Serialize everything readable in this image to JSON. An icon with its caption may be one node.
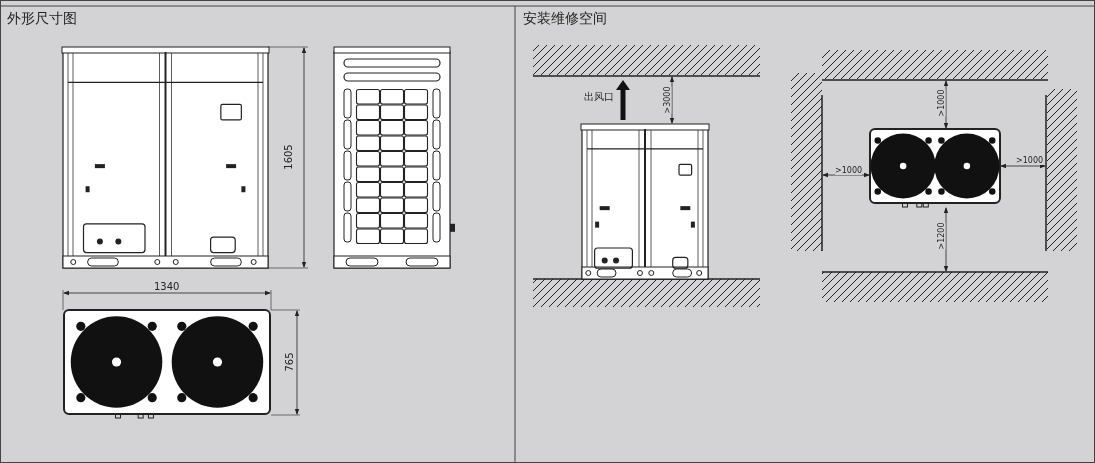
{
  "diagram": {
    "labels": [
      "外形尺寸图",
      "1605",
      "1340",
      "765",
      "安装维修空间",
      "出风口",
      ">3000",
      ">1000",
      ">1000",
      ">1000",
      ">1200"
    ]
  }
}
